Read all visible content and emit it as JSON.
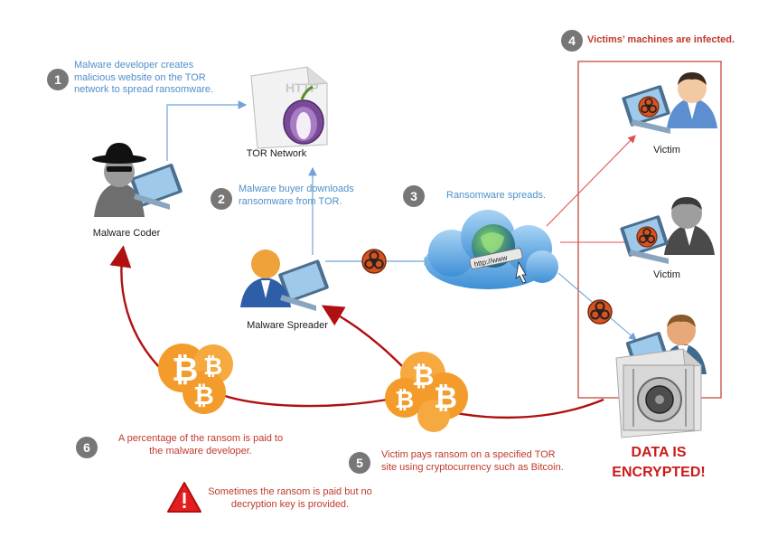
{
  "steps": [
    {
      "number": "1",
      "text": "Malware developer creates malicious website on the TOR network to spread ransomware."
    },
    {
      "number": "2",
      "text": "Malware buyer downloads ransomware from TOR."
    },
    {
      "number": "3",
      "text": "Ransomware spreads."
    },
    {
      "number": "4",
      "text": "Victims’ machines are infected."
    },
    {
      "number": "5",
      "text": "Victim pays ransom on a specified TOR site using cryptocurrency such as Bitcoin."
    },
    {
      "number": "6",
      "text": "A percentage of the ransom is paid to the malware developer."
    }
  ],
  "step_lines": {
    "s1": [
      "Malware developer creates",
      "malicious website on the TOR",
      "network to spread ransomware."
    ],
    "s2": [
      "Malware buyer downloads",
      "ransomware from TOR."
    ],
    "s5": [
      "Victim pays ransom on a specified TOR",
      "site using cryptocurrency such as Bitcoin."
    ],
    "s6": [
      "A percentage of the ransom is paid to",
      "the malware developer."
    ]
  },
  "labels": {
    "tor_network": "TOR Network",
    "malware_coder": "Malware Coder",
    "malware_spreader": "Malware Spreader",
    "victim_1": "Victim",
    "victim_2": "Victim",
    "http_badge": "HTTP",
    "url_badge": "http://www"
  },
  "warning": {
    "lines": [
      "Sometimes the ransom is paid but no",
      "decryption key is provided."
    ],
    "icon": "warning-triangle-icon"
  },
  "encrypted": {
    "line1": "DATA IS",
    "line2": "ENCRYPTED!"
  },
  "colors": {
    "step_circle": "#777777",
    "blue_text": "#4f8fc9",
    "red_text": "#c0392b",
    "arrow_red": "#b01010",
    "bitcoin": "#f39c2b"
  }
}
